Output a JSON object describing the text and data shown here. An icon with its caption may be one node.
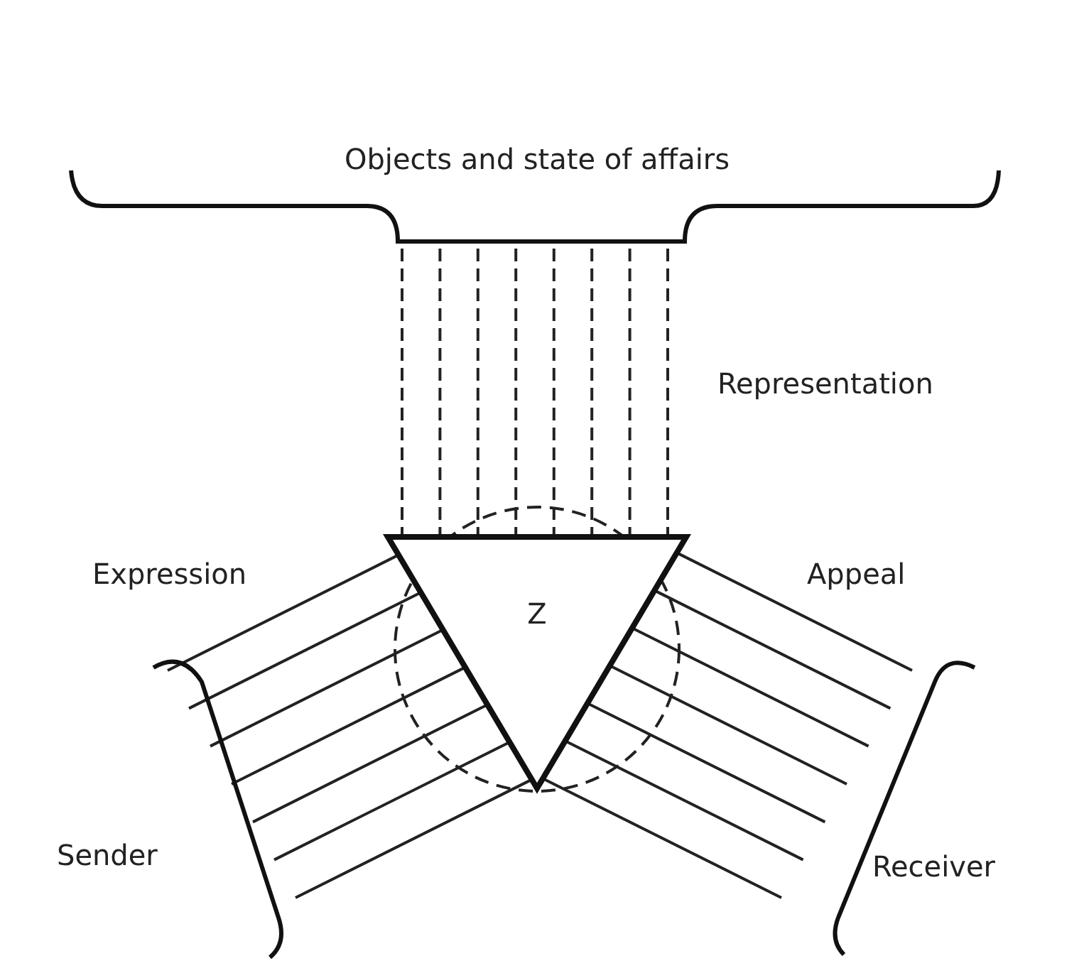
{
  "diagram": {
    "nodes": [
      {
        "text": [
          "Objects and state of affairs"
        ]
      },
      {
        "text": [
          "Z"
        ]
      },
      {
        "text": [
          "Sender"
        ]
      },
      {
        "text": [
          "Receiver"
        ]
      }
    ],
    "edges": [
      {
        "from": 0,
        "to": 1,
        "arrow": "none",
        "style": "dashed"
      },
      {
        "from": 0,
        "to": 1,
        "arrow": "none",
        "style": "dashed"
      },
      {
        "from": 0,
        "to": 1,
        "arrow": "none",
        "style": "dashed"
      },
      {
        "from": 0,
        "to": 1,
        "arrow": "none",
        "style": "dashed"
      },
      {
        "from": 0,
        "to": 1,
        "arrow": "none",
        "style": "dashed"
      },
      {
        "from": 0,
        "to": 1,
        "arrow": "none",
        "style": "dashed"
      },
      {
        "from": 0,
        "to": 1,
        "arrow": "none",
        "style": "dashed"
      },
      {
        "from": 0,
        "to": 1,
        "arrow": "none",
        "style": "dashed"
      },
      {
        "from": 2,
        "to": 1,
        "arrow": "none"
      },
      {
        "from": 2,
        "to": 1,
        "arrow": "none"
      },
      {
        "from": 2,
        "to": 1,
        "arrow": "none"
      },
      {
        "from": 2,
        "to": 1,
        "arrow": "none"
      },
      {
        "from": 2,
        "to": 1,
        "arrow": "none"
      },
      {
        "from": 2,
        "to": 1,
        "arrow": "none"
      },
      {
        "from": 2,
        "to": 1,
        "arrow": "none"
      },
      {
        "from": 1,
        "to": 3,
        "arrow": "none"
      },
      {
        "from": 1,
        "to": 3,
        "arrow": "none"
      },
      {
        "from": 1,
        "to": 3,
        "arrow": "none"
      },
      {
        "from": 1,
        "to": 3,
        "arrow": "none"
      },
      {
        "from": 1,
        "to": 3,
        "arrow": "none"
      },
      {
        "from": 1,
        "to": 3,
        "arrow": "none"
      },
      {
        "from": 1,
        "to": 3,
        "arrow": "none"
      }
    ],
    "labels": [
      "Representation",
      "Expression",
      "Appeal"
    ]
  }
}
